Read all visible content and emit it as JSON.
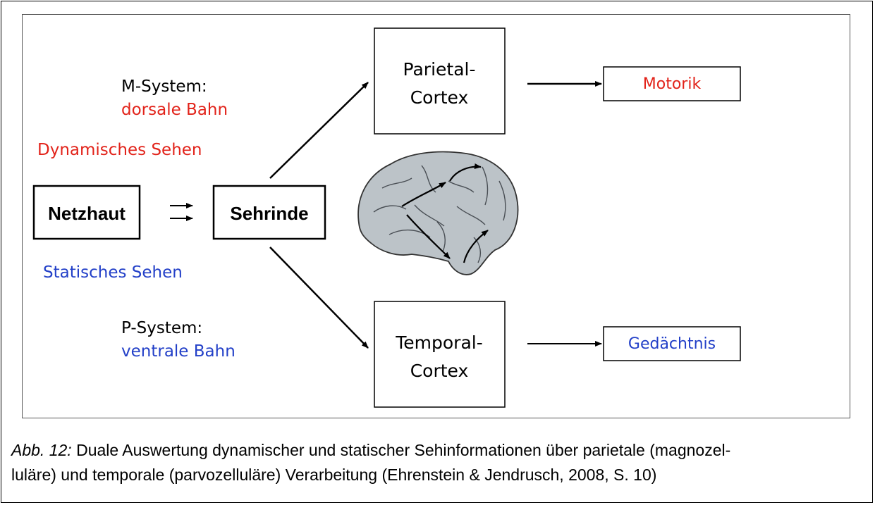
{
  "diagram": {
    "netzhaut": "Netzhaut",
    "sehrinde": "Sehrinde",
    "parietal_line1": "Parietal-",
    "parietal_line2": "Cortex",
    "temporal_line1": "Temporal-",
    "temporal_line2": "Cortex",
    "motorik": "Motorik",
    "gedaechtnis": "Gedächtnis",
    "m_system": "M-System:",
    "dorsal": "dorsale Bahn",
    "dynamic": "Dynamisches  Sehen",
    "static": "Statisches Sehen",
    "p_system": "P-System:",
    "ventral": "ventrale Bahn",
    "colors": {
      "red": "#e2231a",
      "blue": "#2340c8",
      "brain_fill": "#bcc3c8"
    }
  },
  "caption": {
    "ref": "Abb. 12:",
    "line1": " Duale Auswertung dynamischer und statischer Sehinformationen über parietale (magnozel-",
    "line2": "luläre) und temporale (parvozelluläre) Verarbeitung (Ehrenstein & Jendrusch, 2008, S. 10)"
  }
}
